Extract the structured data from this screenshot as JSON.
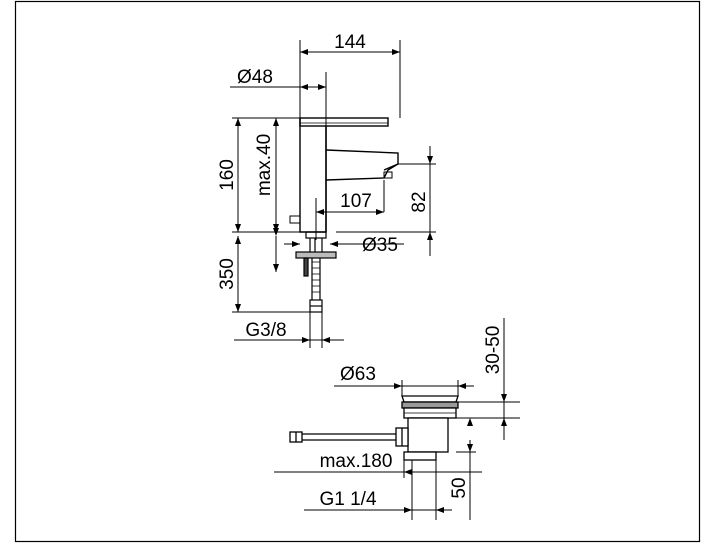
{
  "faucet": {
    "width_144": "144",
    "diameter_48": "Ø48",
    "height_160": "160",
    "max_40": "max.40",
    "reach_107": "107",
    "height_82": "82",
    "diameter_35": "Ø35",
    "hose_350": "350",
    "thread_g38": "G3/8"
  },
  "drain": {
    "range_30_50": "30-50",
    "diameter_63": "Ø63",
    "max_180": "max.180",
    "thread_g114": "G1 1/4",
    "height_50": "50"
  }
}
